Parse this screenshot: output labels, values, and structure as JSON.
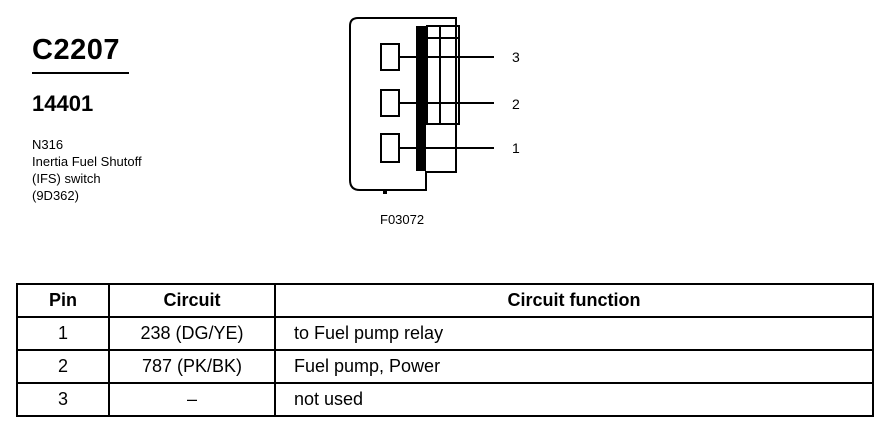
{
  "connector": {
    "id": "C2207",
    "part_number": "14401",
    "description_lines": [
      "N316",
      "Inertia Fuel Shutoff",
      "(IFS) switch",
      "(9D362)"
    ]
  },
  "diagram": {
    "pin_labels": [
      "3",
      "2",
      "1"
    ],
    "figure_code": "F03072"
  },
  "table": {
    "headers": [
      "Pin",
      "Circuit",
      "Circuit function"
    ],
    "rows": [
      {
        "pin": "1",
        "circuit": "238 (DG/YE)",
        "function": "to Fuel pump relay"
      },
      {
        "pin": "2",
        "circuit": "787 (PK/BK)",
        "function": "Fuel pump, Power"
      },
      {
        "pin": "3",
        "circuit": "–",
        "function": "not used"
      }
    ]
  }
}
